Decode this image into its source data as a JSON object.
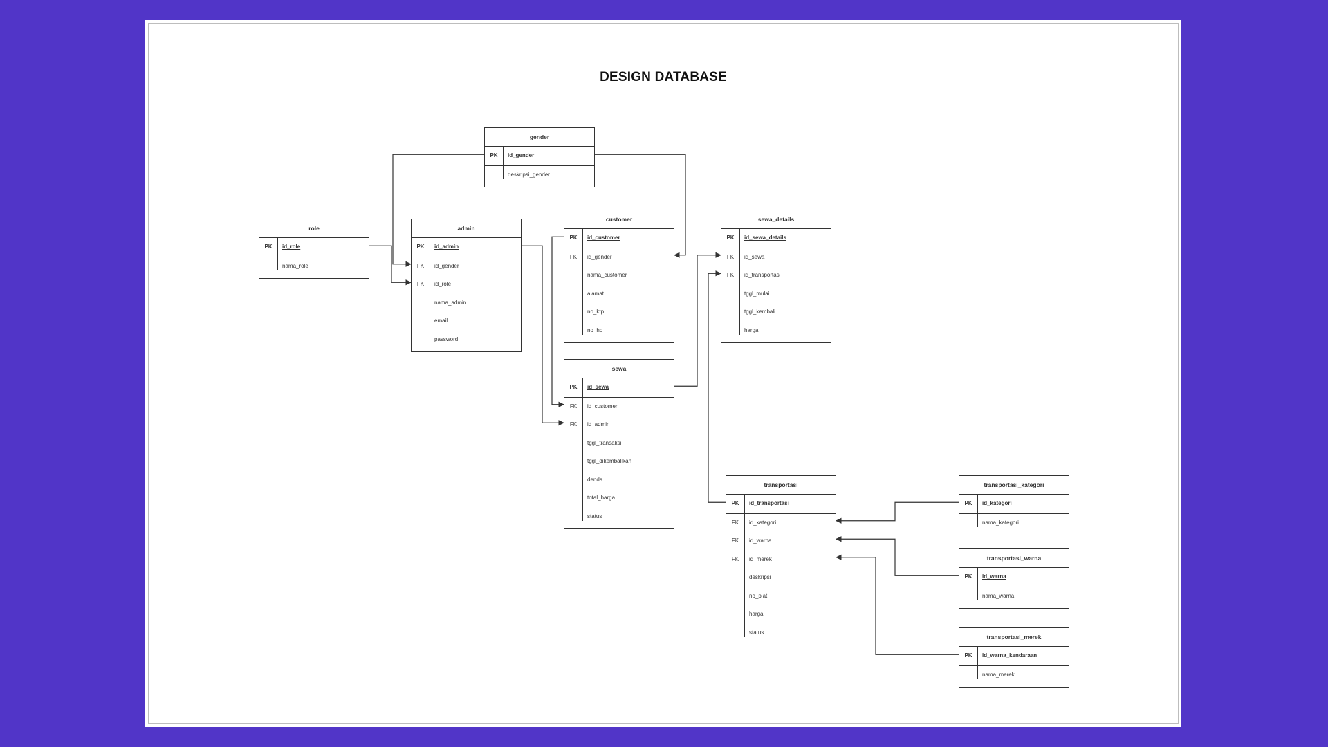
{
  "diagram": {
    "title": "DESIGN DATABASE",
    "line_color": "#333333",
    "entities": [
      {
        "id": "gender",
        "name": "gender",
        "fields": [
          {
            "key": "PK",
            "name": "id_gender"
          },
          {
            "key": "",
            "name": "deskripsi_gender"
          }
        ]
      },
      {
        "id": "role",
        "name": "role",
        "fields": [
          {
            "key": "PK",
            "name": "id_role"
          },
          {
            "key": "",
            "name": "nama_role"
          }
        ]
      },
      {
        "id": "admin",
        "name": "admin",
        "fields": [
          {
            "key": "PK",
            "name": "id_admin"
          },
          {
            "key": "FK",
            "name": "id_gender"
          },
          {
            "key": "FK",
            "name": "id_role"
          },
          {
            "key": "",
            "name": "nama_admin"
          },
          {
            "key": "",
            "name": "email"
          },
          {
            "key": "",
            "name": "password"
          }
        ]
      },
      {
        "id": "customer",
        "name": "customer",
        "fields": [
          {
            "key": "PK",
            "name": "id_customer"
          },
          {
            "key": "FK",
            "name": "id_gender"
          },
          {
            "key": "",
            "name": "nama_customer"
          },
          {
            "key": "",
            "name": "alamat"
          },
          {
            "key": "",
            "name": "no_ktp"
          },
          {
            "key": "",
            "name": "no_hp"
          }
        ]
      },
      {
        "id": "sewa_details",
        "name": "sewa_details",
        "fields": [
          {
            "key": "PK",
            "name": "id_sewa_details"
          },
          {
            "key": "FK",
            "name": "id_sewa"
          },
          {
            "key": "FK",
            "name": "id_transportasi"
          },
          {
            "key": "",
            "name": "tggl_mulai"
          },
          {
            "key": "",
            "name": "tggl_kembali"
          },
          {
            "key": "",
            "name": "harga"
          }
        ]
      },
      {
        "id": "sewa",
        "name": "sewa",
        "fields": [
          {
            "key": "PK",
            "name": "id_sewa"
          },
          {
            "key": "FK",
            "name": "id_customer"
          },
          {
            "key": "FK",
            "name": "id_admin"
          },
          {
            "key": "",
            "name": "tggl_transaksi"
          },
          {
            "key": "",
            "name": "tggl_dikembalikan"
          },
          {
            "key": "",
            "name": "denda"
          },
          {
            "key": "",
            "name": "total_harga"
          },
          {
            "key": "",
            "name": "status"
          }
        ]
      },
      {
        "id": "transportasi",
        "name": "transportasi",
        "fields": [
          {
            "key": "PK",
            "name": "id_transportasi"
          },
          {
            "key": "FK",
            "name": "id_kategori"
          },
          {
            "key": "FK",
            "name": "id_warna"
          },
          {
            "key": "FK",
            "name": "id_merek"
          },
          {
            "key": "",
            "name": "deskripsi"
          },
          {
            "key": "",
            "name": "no_plat"
          },
          {
            "key": "",
            "name": "harga"
          },
          {
            "key": "",
            "name": "status"
          }
        ]
      },
      {
        "id": "transportasi_kategori",
        "name": "transportasi_kategori",
        "fields": [
          {
            "key": "PK",
            "name": "id_kategori"
          },
          {
            "key": "",
            "name": "nama_kategori"
          }
        ]
      },
      {
        "id": "transportasi_warna",
        "name": "transportasi_warna",
        "fields": [
          {
            "key": "PK",
            "name": "id_warna"
          },
          {
            "key": "",
            "name": "nama_warna"
          }
        ]
      },
      {
        "id": "transportasi_merek",
        "name": "transportasi_merek",
        "fields": [
          {
            "key": "PK",
            "name": "id_warna_kendaraan"
          },
          {
            "key": "",
            "name": "nama_merek"
          }
        ]
      }
    ],
    "relations": [
      {
        "from": "gender.id_gender",
        "to": "admin.id_gender"
      },
      {
        "from": "gender.id_gender",
        "to": "customer.id_gender"
      },
      {
        "from": "role.id_role",
        "to": "admin.id_role"
      },
      {
        "from": "admin.id_admin",
        "to": "sewa.id_admin"
      },
      {
        "from": "customer.id_customer",
        "to": "sewa.id_customer"
      },
      {
        "from": "sewa.id_sewa",
        "to": "sewa_details.id_sewa"
      },
      {
        "from": "transportasi.id_transportasi",
        "to": "sewa_details.id_transportasi"
      },
      {
        "from": "transportasi_kategori.id_kategori",
        "to": "transportasi.id_kategori"
      },
      {
        "from": "transportasi_warna.id_warna",
        "to": "transportasi.id_warna"
      },
      {
        "from": "transportasi_merek.id_warna_kendaraan",
        "to": "transportasi.id_merek"
      }
    ]
  }
}
